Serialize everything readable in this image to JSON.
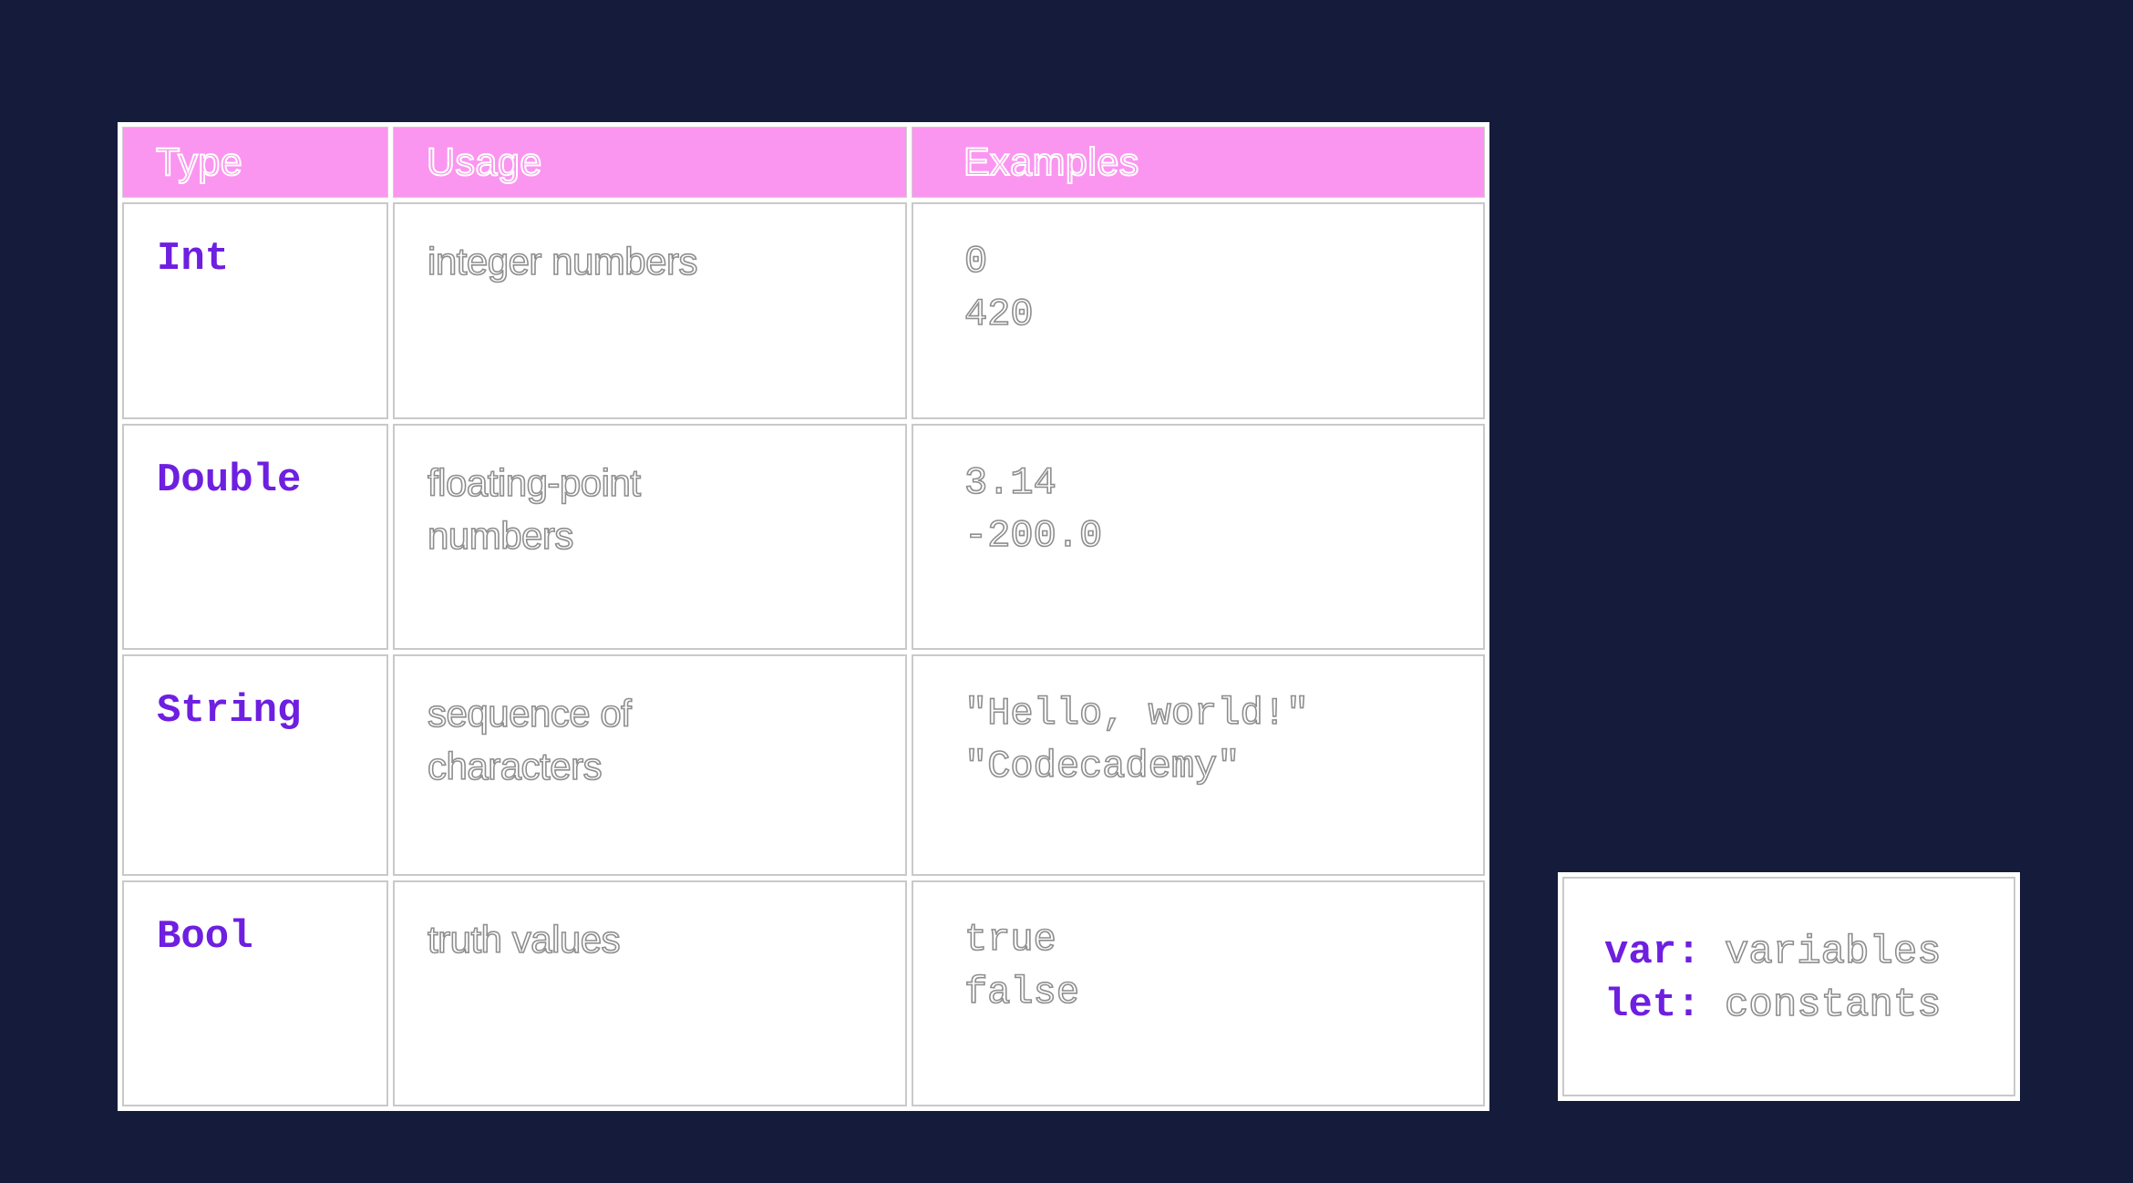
{
  "table": {
    "headers": {
      "type": "Type",
      "usage": "Usage",
      "examples": "Examples"
    },
    "rows": [
      {
        "type": "Int",
        "usage": "integer numbers",
        "examples": [
          "0",
          "420"
        ]
      },
      {
        "type": "Double",
        "usage": "floating-point numbers",
        "examples": [
          "3.14",
          "-200.0"
        ]
      },
      {
        "type": "String",
        "usage": "sequence of characters",
        "examples": [
          "\"Hello, world!\"",
          "\"Codecademy\""
        ]
      },
      {
        "type": "Bool",
        "usage": "truth values",
        "examples": [
          "true",
          "false"
        ]
      }
    ]
  },
  "keywords": [
    {
      "key": "var:",
      "desc": "variables"
    },
    {
      "key": "let:",
      "desc": "constants"
    }
  ],
  "colors": {
    "background": "#151c3b",
    "header": "#fa96ef",
    "type_keyword": "#6e1fe0"
  }
}
